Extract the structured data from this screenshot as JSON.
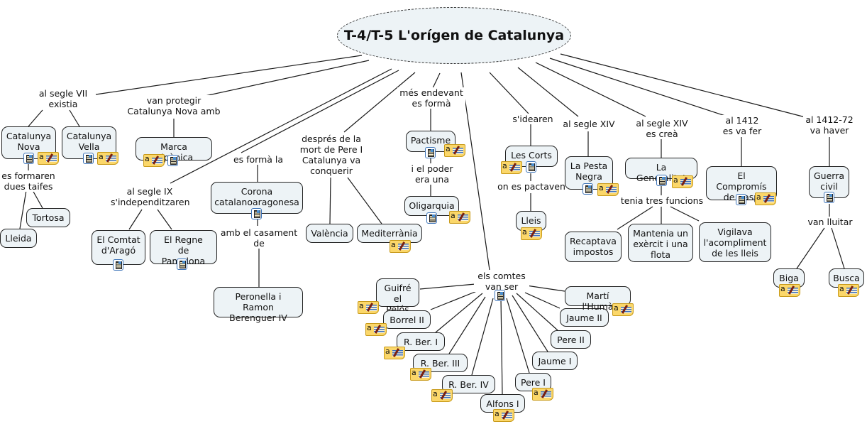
{
  "title": "T-4/T-5 L'orígen de Catalunya",
  "colors": {
    "node_fill": "#edf3f6",
    "node_border": "#222222",
    "resource_icon": "#3a72b8",
    "note_icon": "#fbd76a"
  },
  "links": {
    "segle_vii": "al segle VII\nexistia",
    "protegir": "van protegir\nCatalunya Nova amb",
    "segle_ix": "al segle IX\ns'independitzaren",
    "es_forma_la": "es formà la",
    "despres": "després de la\nmort de Pere I\nCatalunya va\nconquerir",
    "mes_endevant": "més endevant\nes formà",
    "poder": "i el poder\nera una",
    "comtes": "els comtes\nvan ser",
    "idearen": "s'idearen",
    "pactaven": "on es pactaven",
    "segle_xiv_a": "al segle XIV",
    "segle_xiv_b": "al segle XIV\nes creà",
    "tres_funcions": "tenia tres funcions",
    "al_1412": "al 1412\nes va fer",
    "al_1412_72": "al 1412-72\nva haver",
    "lluitar": "van lluitar",
    "taifes": "es formaren\ndues taifes",
    "casament": "amb el casament\nde"
  },
  "concepts": {
    "cat_nova": "Catalunya\nNova",
    "cat_vella": "Catalunya\nVella",
    "tortosa": "Tortosa",
    "lleida": "Lleida",
    "marca": "Marca Hipànica",
    "comtat_arago": "El Comtat\nd'Aragó",
    "regne_pamplona": "El Regne\nde Pamplona",
    "corona": "Corona\ncatalanoaragonesa",
    "peronella": "Peronella i Ramon\nBerenguer IV",
    "valencia": "València",
    "mediterrania": "Mediterrània",
    "pactisme": "Pactisme",
    "oligarquia": "Oligarquia",
    "les_corts": "Les Corts",
    "lleis": "Lleis",
    "pesta": "La Pesta\nNegra",
    "generalitat": "La Generalitat",
    "recaptava": "Recaptava\nimpostos",
    "mantenia": "Mantenia un\nexèrcit i una\nflota",
    "vigilava": "Vigilava\nl'acompliment\nde les lleis",
    "casp": "El Compromís\nde Casp",
    "guerra": "Guerra\ncivil",
    "biga": "Biga",
    "busca": "Busca",
    "guifre": "Guifré\nel Pelós",
    "borrel": "Borrel II",
    "rber1": "R. Ber. I",
    "rber3": "R. Ber. III",
    "rber4": "R. Ber. IV",
    "alfons": "Alfons I",
    "pere1": "Pere I",
    "jaume1": "Jaume I",
    "pere2": "Pere II",
    "jaume2": "Jaume II",
    "marti": "Martí l'Humà"
  }
}
